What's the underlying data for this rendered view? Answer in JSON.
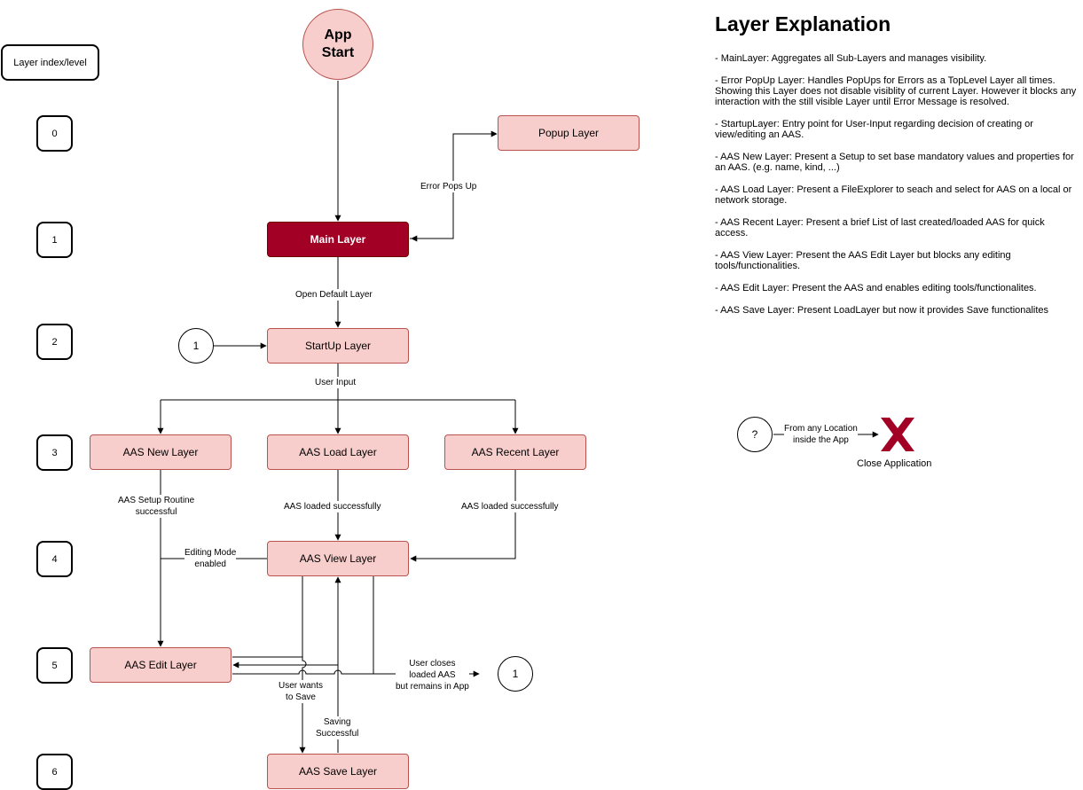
{
  "levels": {
    "header": "Layer index/level",
    "items": [
      "0",
      "1",
      "2",
      "3",
      "4",
      "5",
      "6"
    ]
  },
  "nodes": {
    "app_start": "App\nStart",
    "popup": "Popup Layer",
    "main": "Main Layer",
    "startup": "StartUp Layer",
    "aas_new": "AAS New Layer",
    "aas_load": "AAS Load Layer",
    "aas_recent": "AAS Recent Layer",
    "aas_view": "AAS View Layer",
    "aas_edit": "AAS Edit Layer",
    "aas_save": "AAS Save Layer",
    "connector_in": "1",
    "connector_out": "1",
    "legend_connector": "?"
  },
  "edge_labels": {
    "error_pops_up": "Error Pops Up",
    "open_default": "Open Default Layer",
    "user_input": "User Input",
    "setup_success": "AAS Setup Routine\nsuccessful",
    "load_success": "AAS loaded successfully",
    "recent_success": "AAS loaded successfully",
    "editing_mode": "Editing Mode\nenabled",
    "user_closes": "User closes\nloaded AAS\nbut remains in App",
    "user_wants_save": "User wants\nto Save",
    "saving_success": "Saving\nSuccessful",
    "from_any_location": "From any Location\ninside the App"
  },
  "legend": {
    "close_label": "Close Application"
  },
  "explanation": {
    "title": "Layer Explanation",
    "items": [
      "- MainLayer: Aggregates all Sub-Layers and manages visibility.",
      "- Error PopUp Layer: Handles PopUps for Errors as a TopLevel Layer all times. Showing this Layer does not disable visiblity of current Layer. However it blocks any interaction with the still visible Layer until Error Message is resolved.",
      "- StartupLayer: Entry point for User-Input regarding decision of creating or view/editing an AAS.",
      "- AAS New Layer: Present a Setup to set base mandatory values and properties for an AAS. (e.g. name, kind, ...)",
      "- AAS Load Layer: Present a FileExplorer to seach and select for AAS on a local or network storage.",
      "- AAS Recent Layer: Present a brief List of last created/loaded AAS for quick access.",
      "- AAS View Layer: Present the AAS Edit Layer but blocks any editing tools/functionalities.",
      "- AAS Edit Layer: Present the AAS and enables editing tools/functionalites.",
      "- AAS Save Layer: Present LoadLayer but now it provides Save functionalites"
    ]
  },
  "colors": {
    "layer_fill": "#f8cecc",
    "layer_border": "#b85450",
    "main_fill": "#a20025",
    "close_icon": "#a20025"
  },
  "icons": {
    "close": "close-x-icon"
  }
}
